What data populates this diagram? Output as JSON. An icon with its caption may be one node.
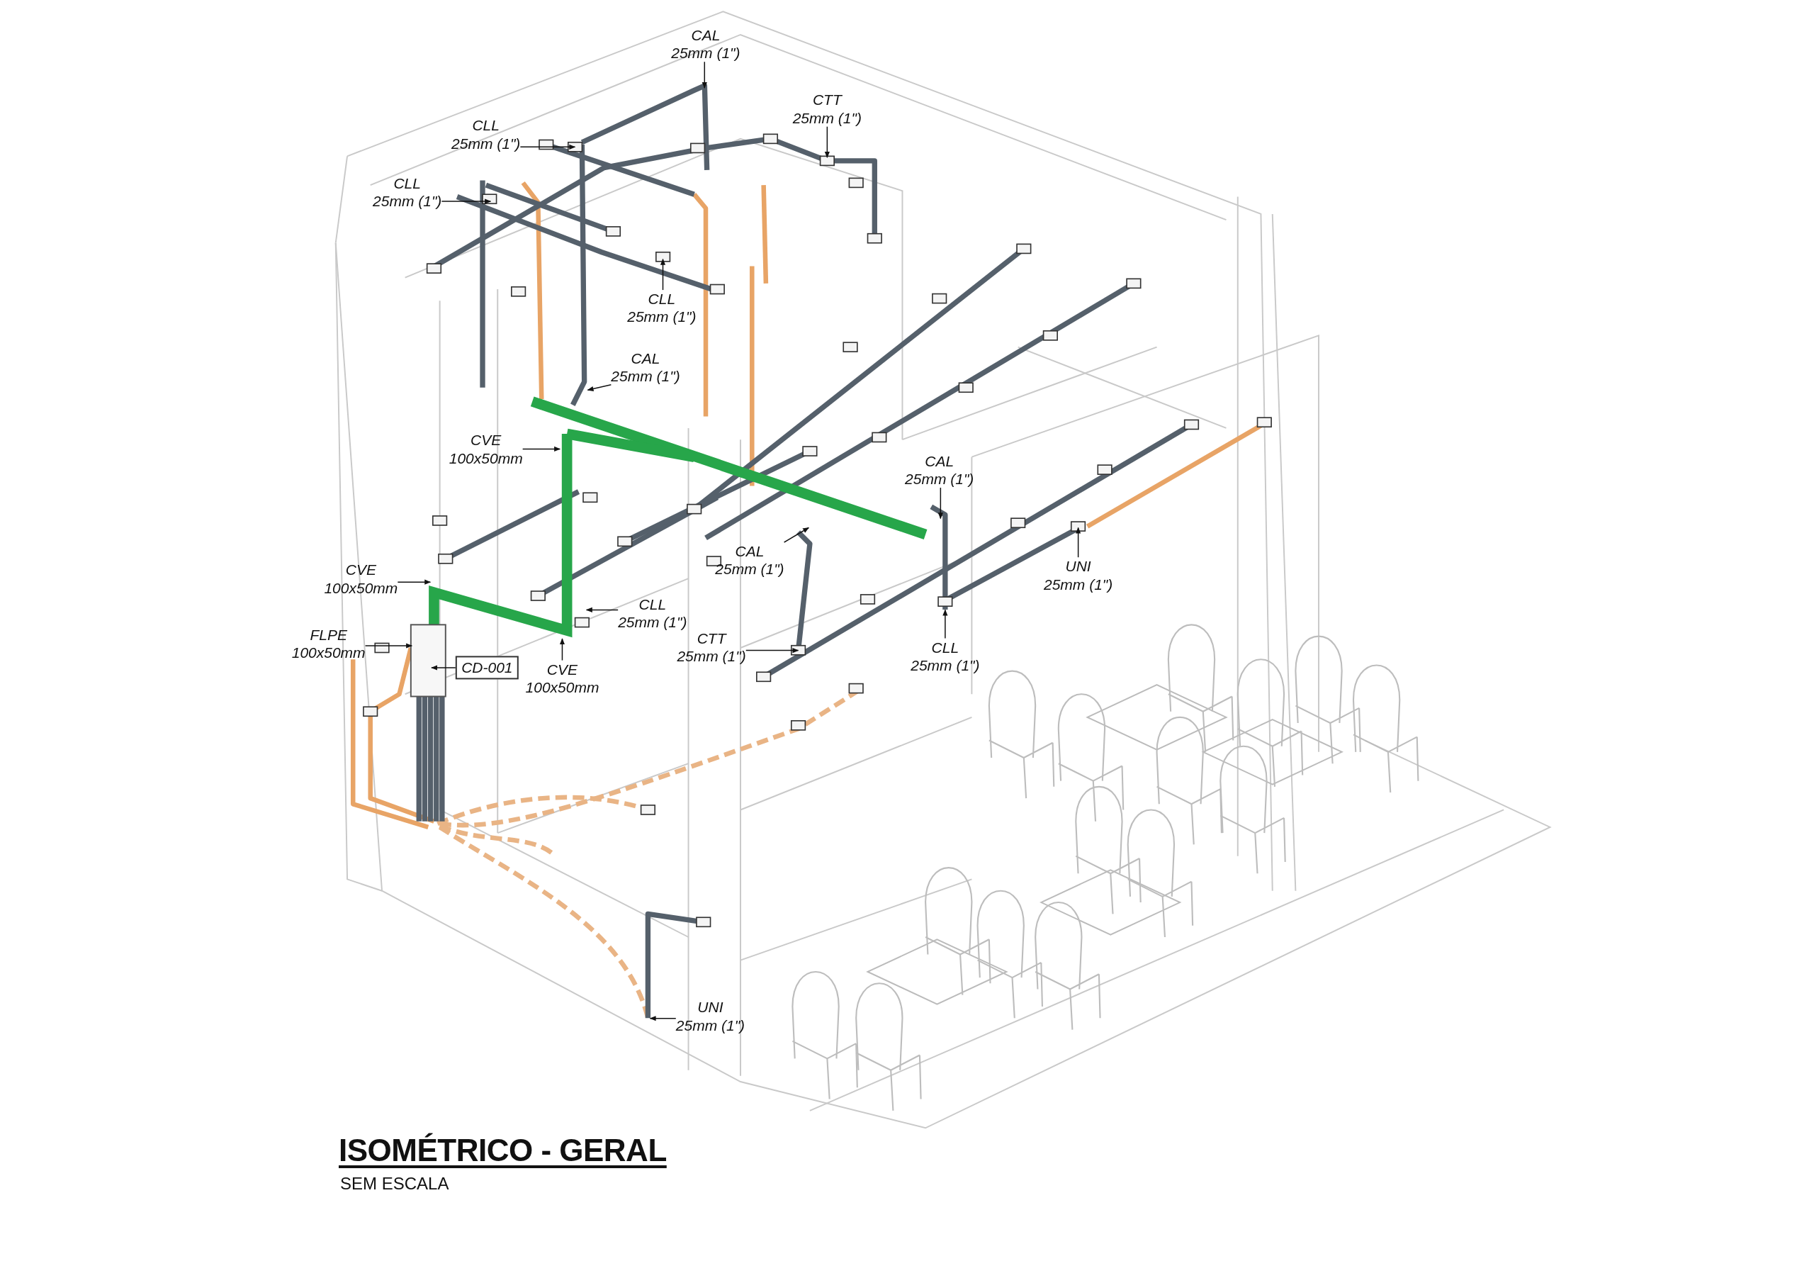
{
  "diagram": {
    "title": "ISOMÉTRICO - GERAL",
    "nodes": [
      {
        "text": [
          "CAL",
          "25mm (1\")"
        ]
      },
      {
        "text": [
          "CTT",
          "25mm (1\")"
        ]
      },
      {
        "text": [
          "CLL",
          "25mm (1\")"
        ]
      },
      {
        "text": [
          "CLL",
          "25mm (1\")"
        ]
      },
      {
        "text": [
          "CLL",
          "25mm (1\")"
        ]
      },
      {
        "text": [
          "CAL",
          "25mm (1\")"
        ]
      },
      {
        "text": [
          "CVE",
          "100x50mm"
        ]
      },
      {
        "text": [
          "CAL",
          "25mm (1\")"
        ]
      },
      {
        "text": [
          "CAL",
          "25mm (1\")"
        ]
      },
      {
        "text": [
          "UNI",
          "25mm (1\")"
        ]
      },
      {
        "text": [
          "CVE",
          "100x50mm"
        ]
      },
      {
        "text": [
          "CLL",
          "25mm (1\")"
        ]
      },
      {
        "text": [
          "FLPE",
          "100x50mm"
        ]
      },
      {
        "text": [
          "CTT",
          "25mm (1\")"
        ]
      },
      {
        "text": [
          "CLL",
          "25mm (1\")"
        ]
      },
      {
        "text": [
          "CVE",
          "100x50mm"
        ]
      },
      {
        "text": [
          "CD-001"
        ]
      },
      {
        "text": [
          "UNI",
          "25mm (1\")"
        ]
      }
    ],
    "edges": [
      {
        "from": 0,
        "to": null,
        "arrow": "to"
      },
      {
        "from": 1,
        "to": null,
        "arrow": "to"
      },
      {
        "from": 2,
        "to": null,
        "arrow": "to"
      },
      {
        "from": 3,
        "to": null,
        "arrow": "to"
      },
      {
        "from": 4,
        "to": null,
        "arrow": "to"
      },
      {
        "from": 5,
        "to": null,
        "arrow": "to"
      },
      {
        "from": 6,
        "to": null,
        "arrow": "to"
      },
      {
        "from": 7,
        "to": null,
        "arrow": "to"
      },
      {
        "from": 8,
        "to": null,
        "arrow": "to"
      },
      {
        "from": 9,
        "to": null,
        "arrow": "to"
      },
      {
        "from": 10,
        "to": null,
        "arrow": "to"
      },
      {
        "from": 11,
        "to": null,
        "arrow": "to"
      },
      {
        "from": 12,
        "to": null,
        "arrow": "to"
      },
      {
        "from": 13,
        "to": null,
        "arrow": "to"
      },
      {
        "from": 14,
        "to": null,
        "arrow": "to"
      },
      {
        "from": 15,
        "to": null,
        "arrow": "to"
      },
      {
        "from": 16,
        "to": null,
        "arrow": "to"
      },
      {
        "from": 17,
        "to": null,
        "arrow": "to"
      }
    ],
    "labels": [
      "SEM ESCALA"
    ]
  }
}
